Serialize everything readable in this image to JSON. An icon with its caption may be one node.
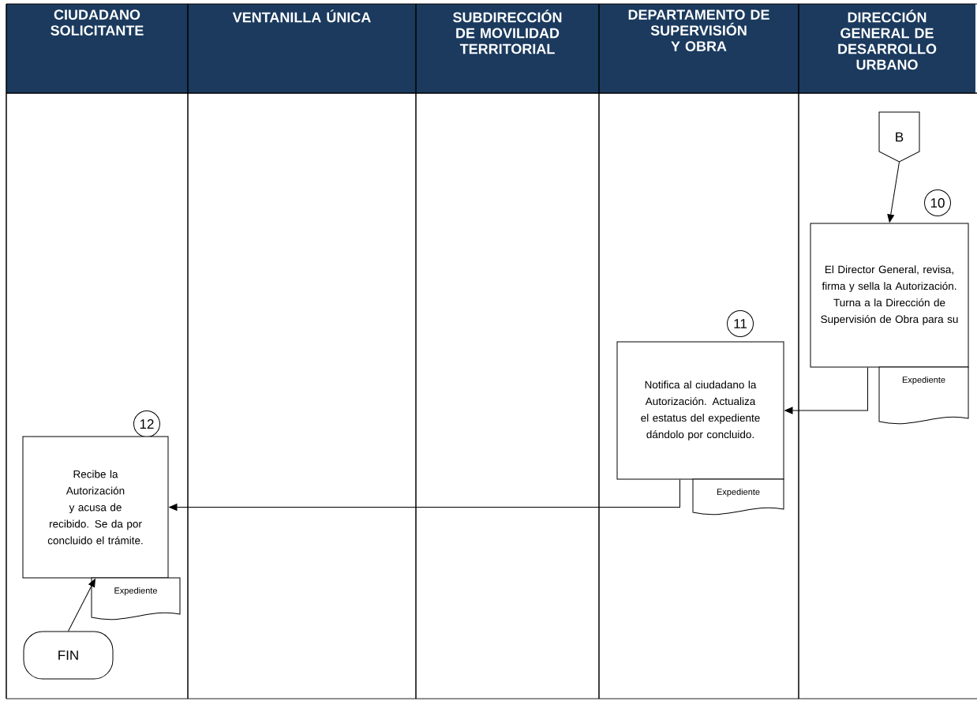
{
  "diagram": {
    "nodes": [
      {
        "text": [
          "CIUDADANO SOLICITANTE"
        ]
      },
      {
        "text": [
          "VENTANILLA ÚNICA"
        ]
      },
      {
        "text": [
          "SUBDIRECCIÓN DE MOVILIDAD TERRITORIAL"
        ]
      },
      {
        "text": [
          "DEPARTAMENTO DE SUPERVISIÓN Y OBRA"
        ]
      },
      {
        "text": [
          "DIRECCIÓN GENERAL DE DESARROLLO URBANO"
        ]
      },
      {
        "text": [
          "B"
        ]
      },
      {
        "text": [
          "10"
        ]
      },
      {
        "text": [
          "El Director General, revisa, firma y sella la Autorización. Turna a la Dirección de Supervisión de Obra para su"
        ]
      },
      {
        "text": [
          "11"
        ]
      },
      {
        "text": [
          "Notifica al ciudadano la Autorización. Actualiza el estatus del expediente dándolo por concluido."
        ]
      },
      {
        "text": [
          "Expediente"
        ]
      },
      {
        "text": [
          "12"
        ]
      },
      {
        "text": [
          "Recibe la Autorización y acusa de recibido. Se da por concluido el trámite."
        ]
      },
      {
        "text": [
          "Expediente"
        ]
      },
      {
        "text": [
          "Expediente"
        ]
      },
      {
        "text": [
          "FIN"
        ]
      }
    ],
    "edges": [
      {
        "from": 5,
        "to": 7,
        "arrow": "to"
      },
      {
        "from": 7,
        "to": 9,
        "arrow": "to"
      },
      {
        "from": 9,
        "to": 12,
        "arrow": "to"
      },
      {
        "from": 15,
        "to": 12,
        "arrow": "to"
      }
    ]
  }
}
